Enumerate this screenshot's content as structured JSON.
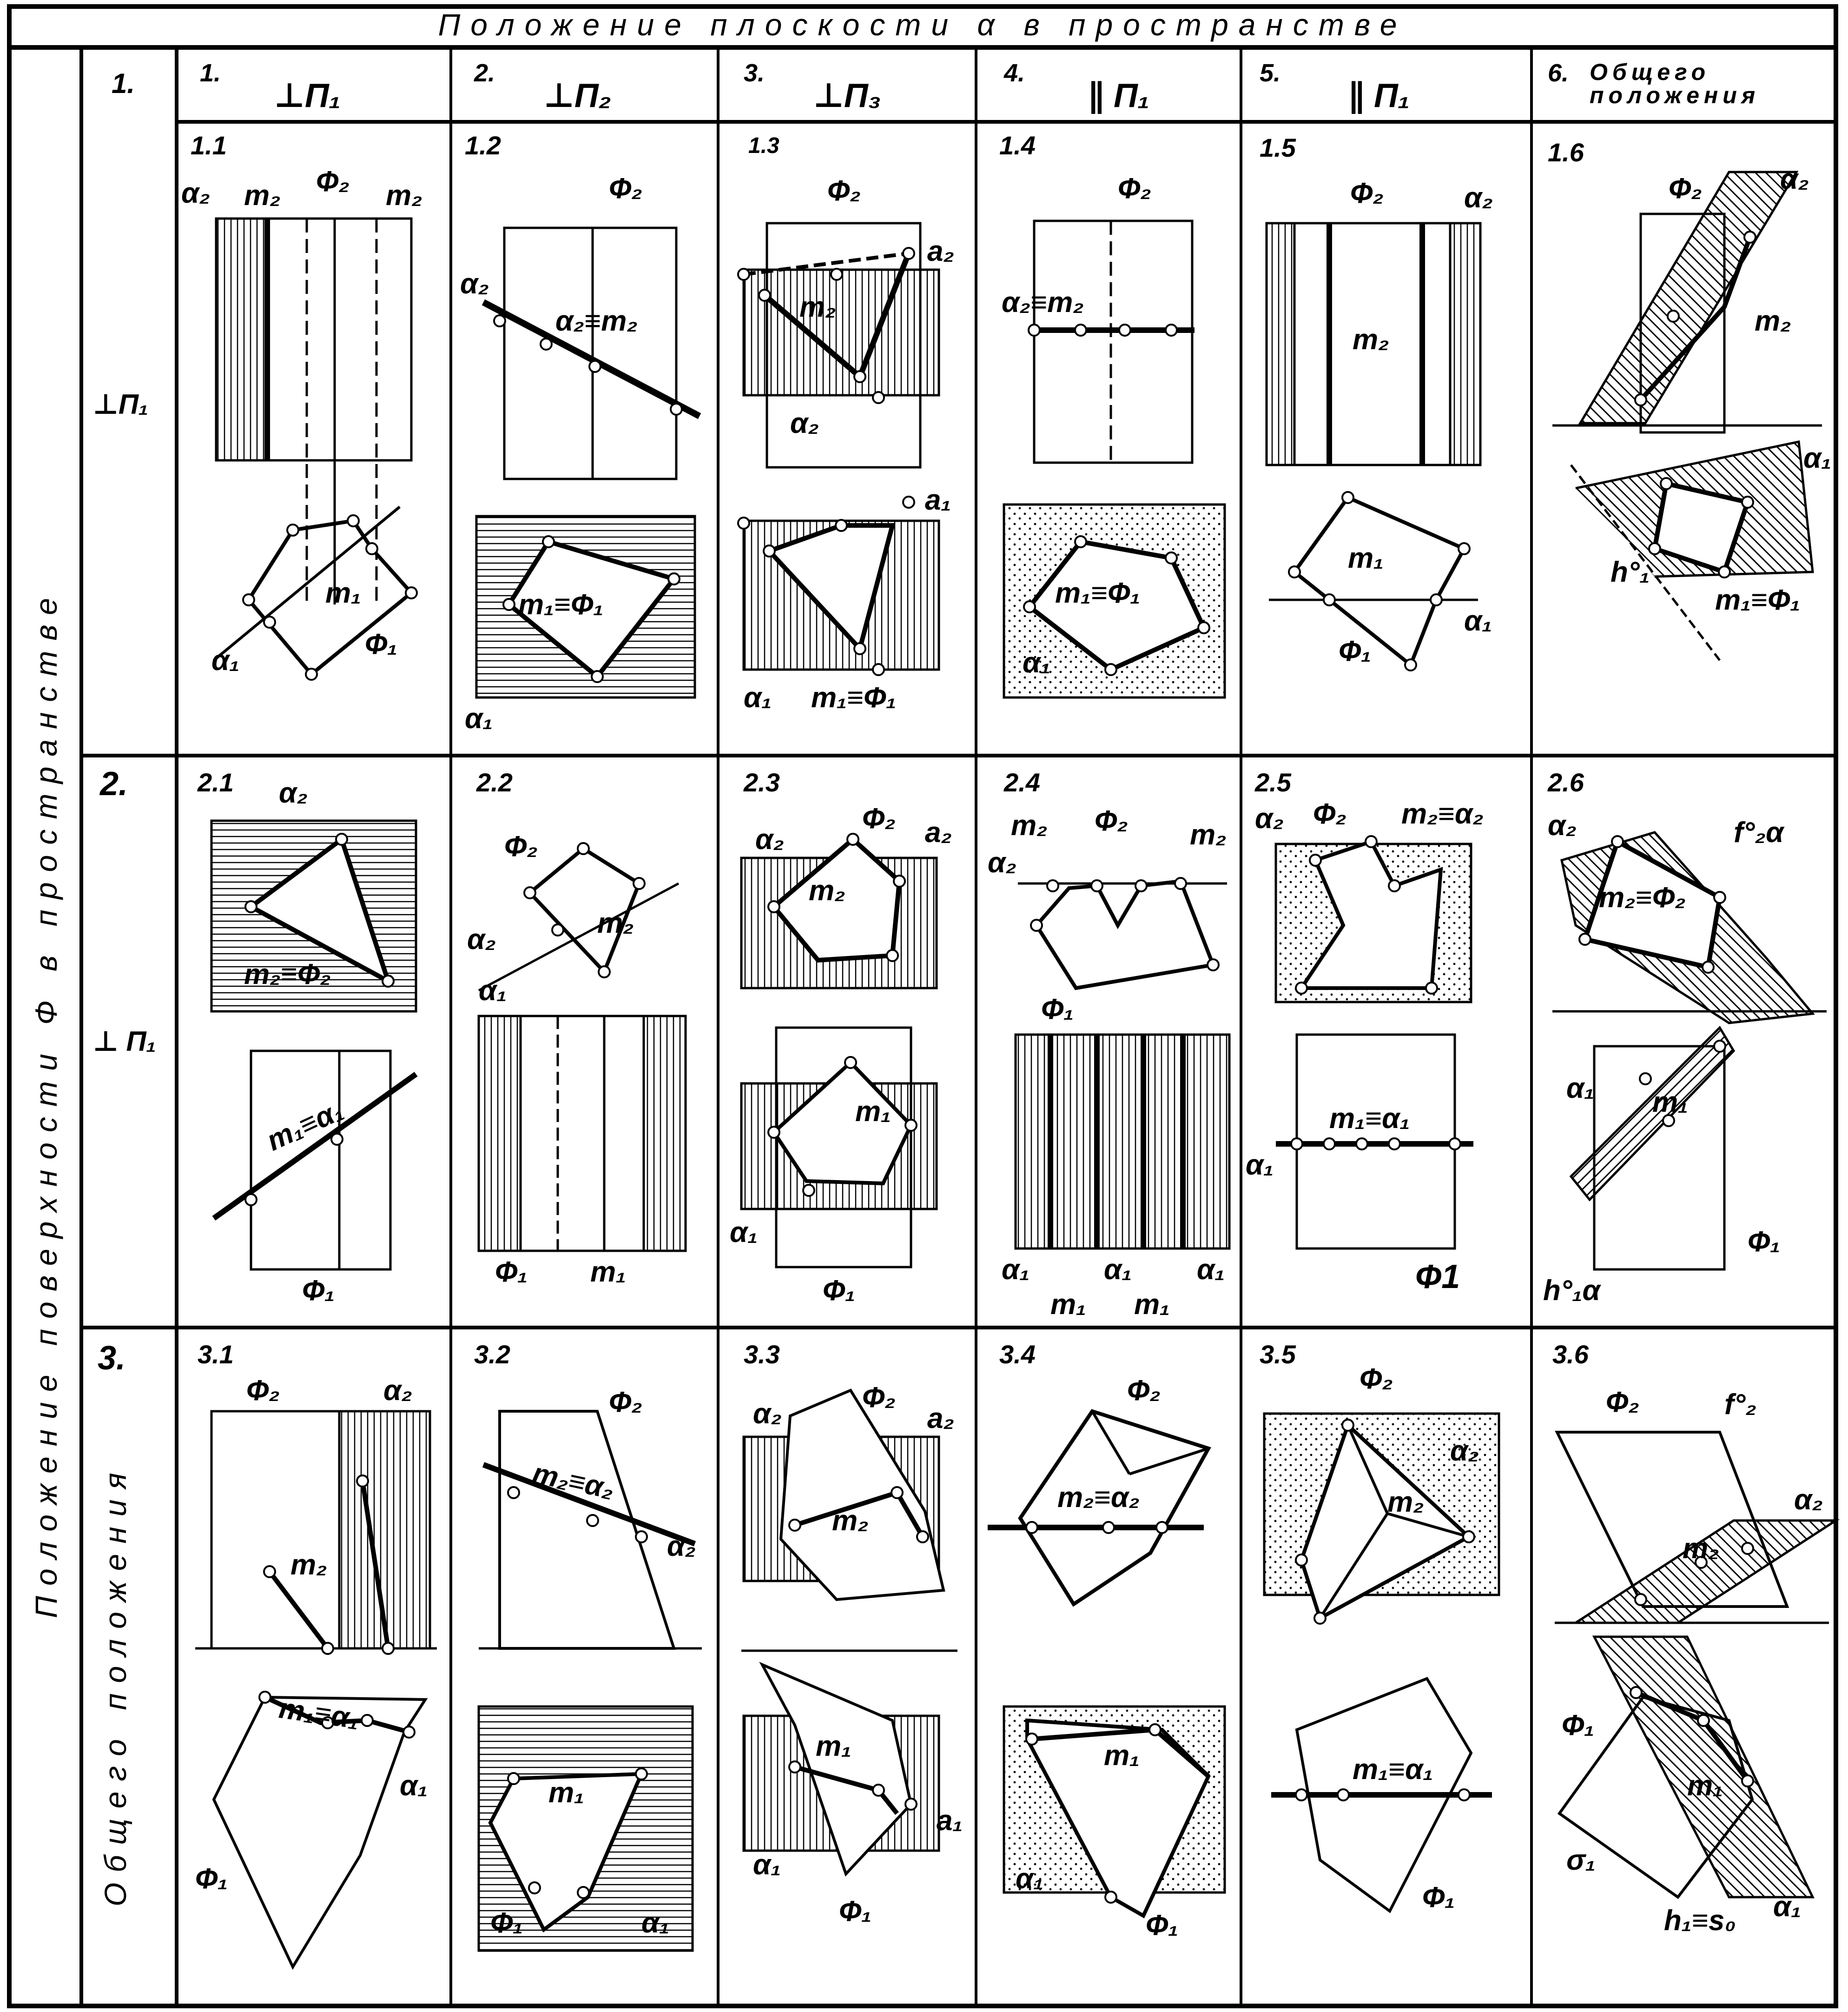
{
  "header": {
    "title": "Положение плоскости α в пространстве",
    "side_title": "Положение поверхности Ф в пространстве"
  },
  "columns": [
    {
      "num": "1.",
      "label": "⊥П₁"
    },
    {
      "num": "2.",
      "label": "⊥П₂"
    },
    {
      "num": "3.",
      "label": "⊥П₃"
    },
    {
      "num": "4.",
      "label": "∥ П₁"
    },
    {
      "num": "5.",
      "label": "∥ П₁"
    },
    {
      "num": "6.",
      "label": "Общего положения"
    }
  ],
  "rows": [
    {
      "num": "1.",
      "label": "⊥П₁"
    },
    {
      "num": "2.",
      "label": "⊥ П₁"
    },
    {
      "num": "3.",
      "label": "Общего положения"
    }
  ],
  "cells": {
    "c11": {
      "num": "1.1",
      "labels": [
        "α₂",
        "m₂",
        "Ф₂",
        "m₂",
        "m₁",
        "α₁",
        "Ф₁"
      ]
    },
    "c12": {
      "num": "1.2",
      "labels": [
        "Ф₂",
        "α₂",
        "α₂≡m₂",
        "m₁≡Ф₁",
        "α₁"
      ]
    },
    "c13": {
      "num": "1.3",
      "labels": [
        "Ф₂",
        "a₂",
        "m₂",
        "α₂",
        "a₁",
        "α₁",
        "m₁≡Ф₁"
      ]
    },
    "c14": {
      "num": "1.4",
      "labels": [
        "Ф₂",
        "α₂≡m₂",
        "m₁≡Ф₁",
        "α₁"
      ]
    },
    "c15": {
      "num": "1.5",
      "labels": [
        "Ф₂",
        "α₂",
        "m₂",
        "m₁",
        "α₁",
        "Ф₁"
      ]
    },
    "c16": {
      "num": "1.6",
      "labels": [
        "Ф₂",
        "α₂",
        "m₂",
        "α₁",
        "h°₁",
        "m₁≡Ф₁"
      ]
    },
    "c21": {
      "num": "2.1",
      "labels": [
        "α₂",
        "m₂≡Ф₂",
        "m₁≡α₁",
        "Ф₁"
      ]
    },
    "c22": {
      "num": "2.2",
      "labels": [
        "Ф₂",
        "m₂",
        "α₂",
        "α₁",
        "Ф₁",
        "m₁"
      ]
    },
    "c23": {
      "num": "2.3",
      "labels": [
        "α₂",
        "Ф₂",
        "a₂",
        "m₂",
        "m₁",
        "α₁",
        "Ф₁"
      ]
    },
    "c24": {
      "num": "2.4",
      "labels": [
        "m₂",
        "Ф₂",
        "m₂",
        "α₂",
        "Ф₁",
        "α₁",
        "α₁",
        "α₁",
        "m₁",
        "m₁"
      ]
    },
    "c25": {
      "num": "2.5",
      "labels": [
        "α₂",
        "Ф₂",
        "m₂≡α₂",
        "m₁≡α₁",
        "α₁",
        "Ф1"
      ]
    },
    "c26": {
      "num": "2.6",
      "labels": [
        "α₂",
        "f°₂α",
        "m₂≡Ф₂",
        "α₁",
        "m₁",
        "Ф₁",
        "h°₁α"
      ]
    },
    "c31": {
      "num": "3.1",
      "labels": [
        "Ф₂",
        "α₂",
        "m₂",
        "m₁≡α₁",
        "α₁",
        "Ф₁"
      ]
    },
    "c32": {
      "num": "3.2",
      "labels": [
        "Ф₂",
        "m₂≡α₂",
        "α₂",
        "m₁",
        "Ф₁",
        "α₁"
      ]
    },
    "c33": {
      "num": "3.3",
      "labels": [
        "α₂",
        "Ф₂",
        "a₂",
        "m₂",
        "m₁",
        "a₁",
        "α₁",
        "Ф₁"
      ]
    },
    "c34": {
      "num": "3.4",
      "labels": [
        "Ф₂",
        "m₂≡α₂",
        "m₁",
        "α₁",
        "Ф₁"
      ]
    },
    "c35": {
      "num": "3.5",
      "labels": [
        "Ф₂",
        "α₂",
        "m₂",
        "m₁≡α₁",
        "Ф₁"
      ]
    },
    "c36": {
      "num": "3.6",
      "labels": [
        "Ф₂",
        "f°₂",
        "α₂",
        "m₂",
        "Ф₁",
        "m₁",
        "σ₁",
        "h₁≡s₀",
        "α₁"
      ]
    }
  }
}
